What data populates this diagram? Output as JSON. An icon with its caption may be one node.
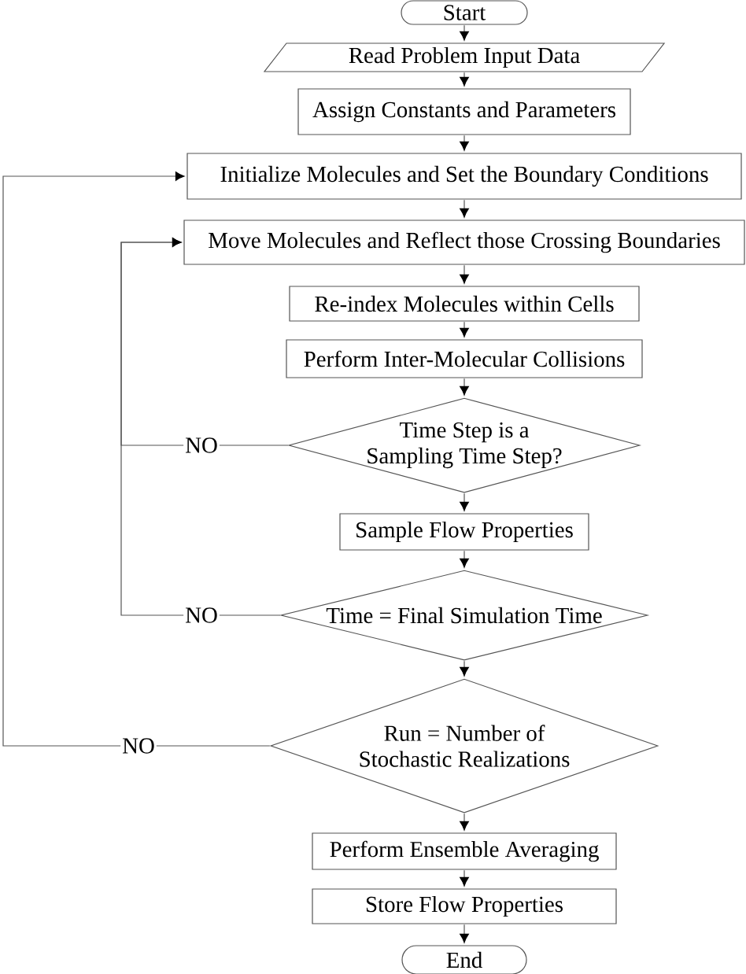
{
  "diagram": {
    "nodes": [
      {
        "text": [
          "Start"
        ]
      },
      {
        "text": [
          "Read Problem Input Data"
        ]
      },
      {
        "text": [
          "Assign Constants and Parameters"
        ]
      },
      {
        "text": [
          "Initialize Molecules and Set the Boundary Conditions"
        ]
      },
      {
        "text": [
          "Move Molecules and Reflect those Crossing Boundaries"
        ]
      },
      {
        "text": [
          "Re-index Molecules within Cells"
        ]
      },
      {
        "text": [
          "Perform Inter-Molecular Collisions"
        ]
      },
      {
        "text": [
          "Time Step is a Sampling Time Step?"
        ]
      },
      {
        "text": [
          "Sample Flow Properties"
        ]
      },
      {
        "text": [
          "Time = Final Simulation Time"
        ]
      },
      {
        "text": [
          "Run = Number of Stochastic Realizations"
        ]
      },
      {
        "text": [
          "Perform Ensemble Averaging"
        ]
      },
      {
        "text": [
          "Store Flow Properties"
        ]
      },
      {
        "text": [
          "End"
        ]
      }
    ],
    "edges": [
      {
        "from": 0,
        "to": 1,
        "arrow": "to"
      },
      {
        "from": 1,
        "to": 2,
        "arrow": "to"
      },
      {
        "from": 2,
        "to": 3,
        "arrow": "to"
      },
      {
        "from": 3,
        "to": 4,
        "arrow": "to"
      },
      {
        "from": 4,
        "to": 5,
        "arrow": "to"
      },
      {
        "from": 5,
        "to": 6,
        "arrow": "to"
      },
      {
        "from": 6,
        "to": 7,
        "arrow": "to"
      },
      {
        "from": 7,
        "to": 8,
        "arrow": "to"
      },
      {
        "from": 8,
        "to": 9,
        "arrow": "to"
      },
      {
        "from": 9,
        "to": 10,
        "arrow": "to"
      },
      {
        "from": 10,
        "to": 11,
        "arrow": "to"
      },
      {
        "from": 11,
        "to": 12,
        "arrow": "to"
      },
      {
        "from": 12,
        "to": 13,
        "arrow": "to"
      },
      {
        "from": 7,
        "to": 4,
        "arrow": "to",
        "label": "NO"
      },
      {
        "from": 9,
        "to": 4,
        "arrow": "to",
        "label": "NO"
      },
      {
        "from": 10,
        "to": 3,
        "arrow": "to",
        "label": "NO"
      }
    ]
  }
}
